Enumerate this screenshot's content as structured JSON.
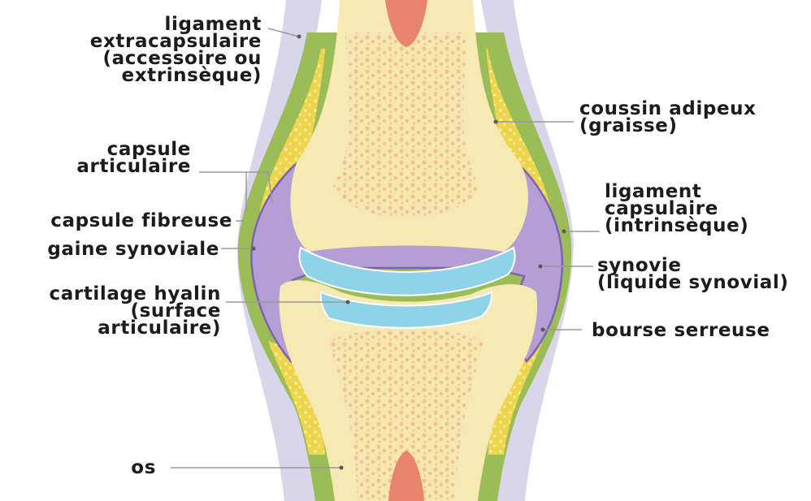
{
  "labels": {
    "ligament_extracapsulaire": "ligament\nextracapsulaire\n(accessoire ou\nextrinsèque)",
    "coussin_adipeux": "coussin adipeux\n(graisse)",
    "capsule_articulaire": "capsule\narticulaire",
    "ligament_capsulaire": "ligament\ncapsulaire\n(intrinsèque)",
    "capsule_fibreuse": "capsule fibreuse",
    "gaine_synoviale": "gaine synoviale",
    "synovie": "synovie\n(liquide synovial)",
    "cartilage_hyalin": "cartilage hyalin\n(surface\narticulaire)",
    "bourse_serreuse": "bourse serreuse",
    "os": "os"
  },
  "colors": {
    "bone": "#f6e9b4",
    "spongy_bone": "#efc79a",
    "marrow": "#e7846a",
    "synovial_purple": "#b49ed6",
    "cartilage_blue": "#8fd3e8",
    "capsule_green": "#9bbd58",
    "fat_yellow": "#eed54c",
    "ligament_lilac": "#d9d6ec",
    "leader_line": "#9a9a9a"
  }
}
